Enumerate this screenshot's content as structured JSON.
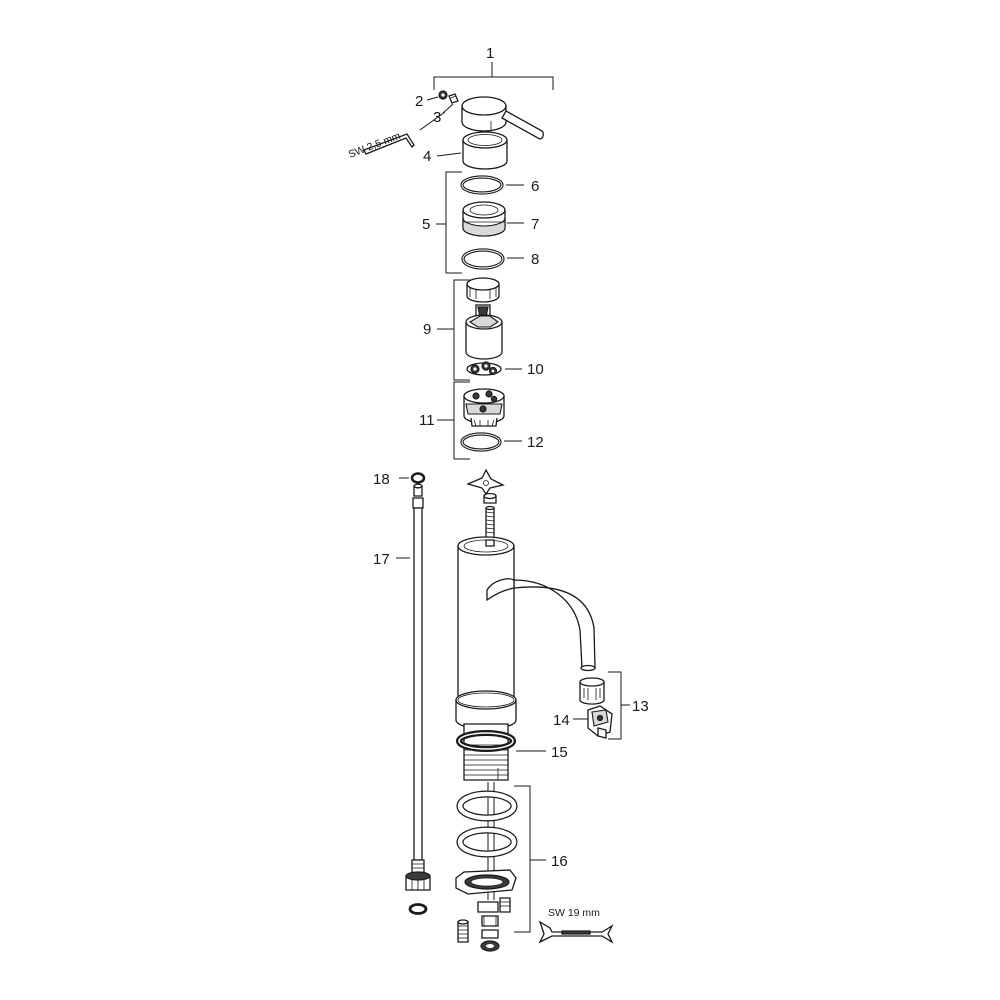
{
  "part_labels": {
    "p1": "1",
    "p2": "2",
    "p3": "3",
    "p4": "4",
    "p5": "5",
    "p6": "6",
    "p7": "7",
    "p8": "8",
    "p9": "9",
    "p10": "10",
    "p11": "11",
    "p12": "12",
    "p13": "13",
    "p14": "14",
    "p15": "15",
    "p16": "16",
    "p17": "17",
    "p18": "18"
  },
  "tool_labels": {
    "hex_key": "SW 2,5 mm",
    "wrench": "SW 19 mm"
  }
}
